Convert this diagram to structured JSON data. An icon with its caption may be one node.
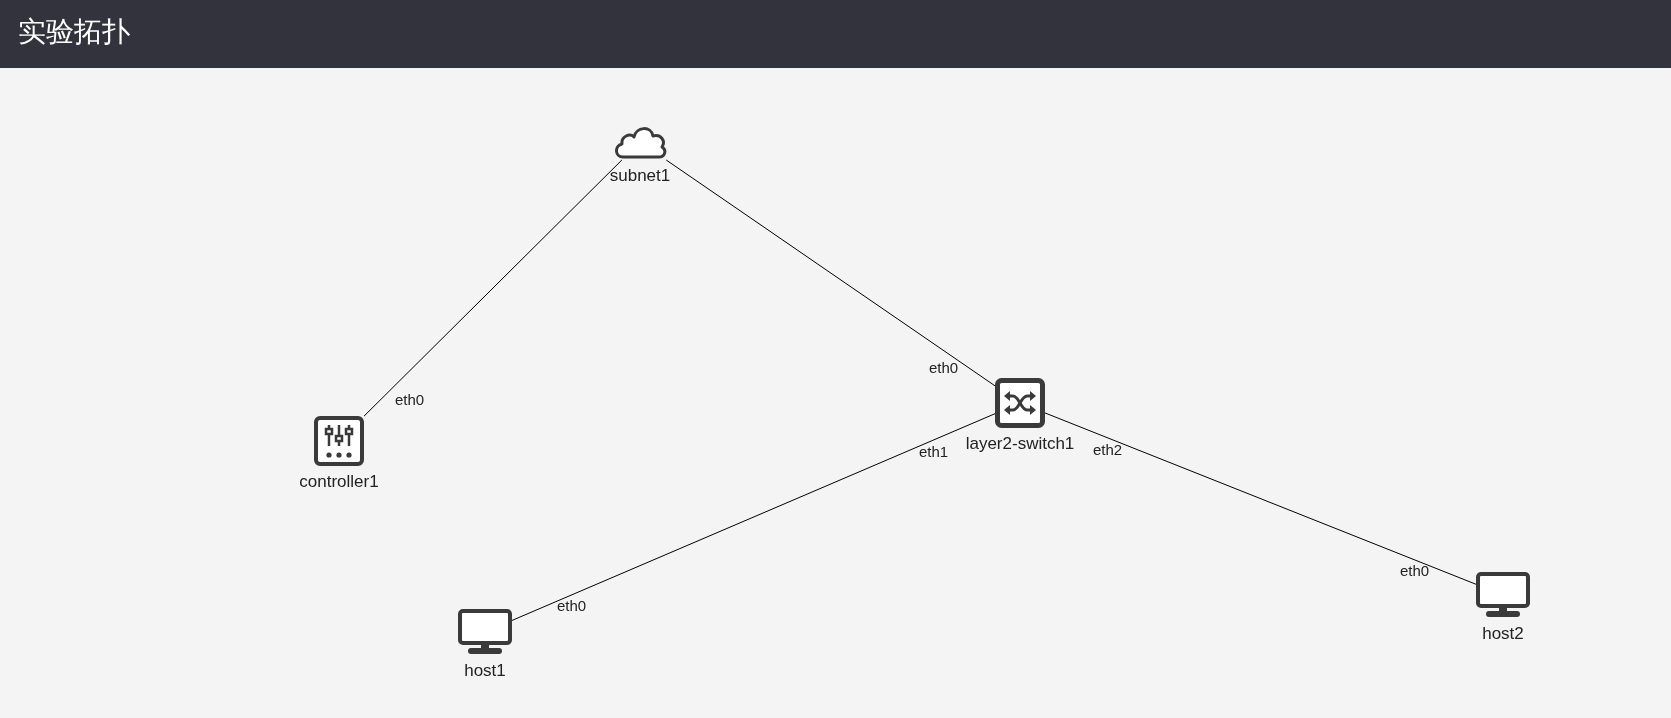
{
  "diagram": {
    "title": "实验拓扑",
    "nodes": [
      {
        "text": [
          "subnet1"
        ]
      },
      {
        "text": [
          "controller1"
        ]
      },
      {
        "text": [
          "layer2-switch1"
        ]
      },
      {
        "text": [
          "host1"
        ]
      },
      {
        "text": [
          "host2"
        ]
      }
    ],
    "edges": [
      {
        "from": 1,
        "to": 0,
        "arrow": "none"
      },
      {
        "from": 0,
        "to": 2,
        "arrow": "none"
      },
      {
        "from": 2,
        "to": 3,
        "arrow": "none"
      },
      {
        "from": 2,
        "to": 4,
        "arrow": "none"
      }
    ],
    "labels": [
      "eth0",
      "eth0",
      "eth2",
      "eth1",
      "eth0",
      "eth0"
    ]
  }
}
